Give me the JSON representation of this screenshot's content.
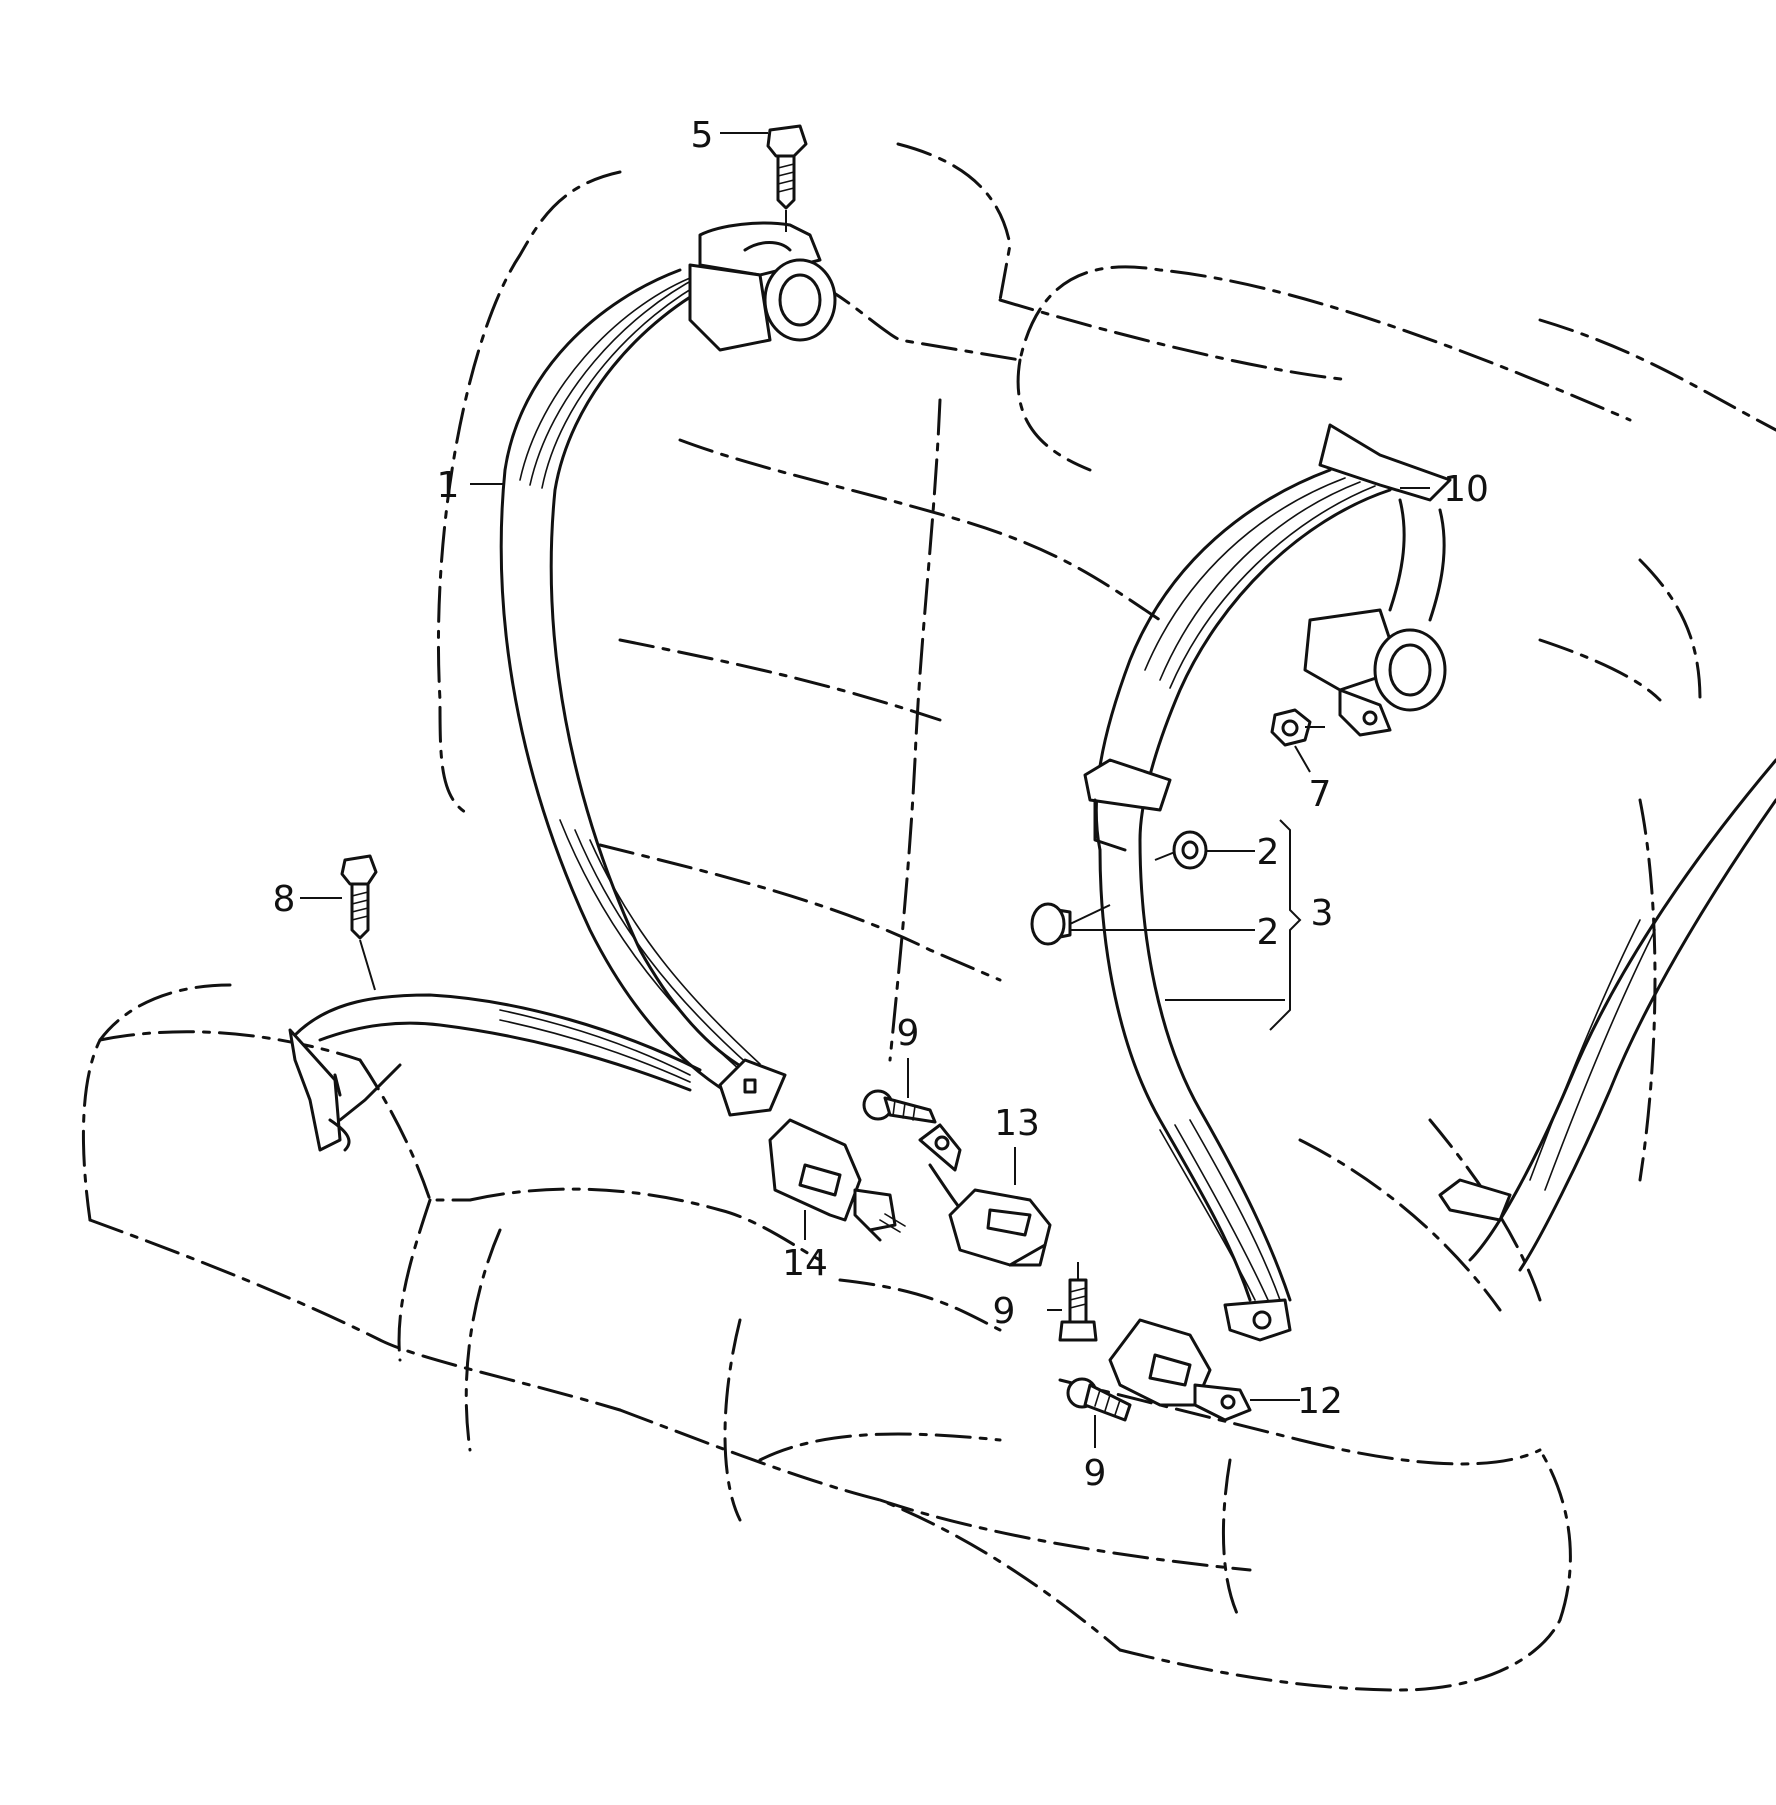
{
  "callouts": {
    "c1": "1",
    "c2a": "2",
    "c2b": "2",
    "c3": "3",
    "c5": "5",
    "c7": "7",
    "c8": "8",
    "c9a": "9",
    "c9b": "9",
    "c9c": "9",
    "c10": "10",
    "c12": "12",
    "c13": "13",
    "c14": "14"
  }
}
